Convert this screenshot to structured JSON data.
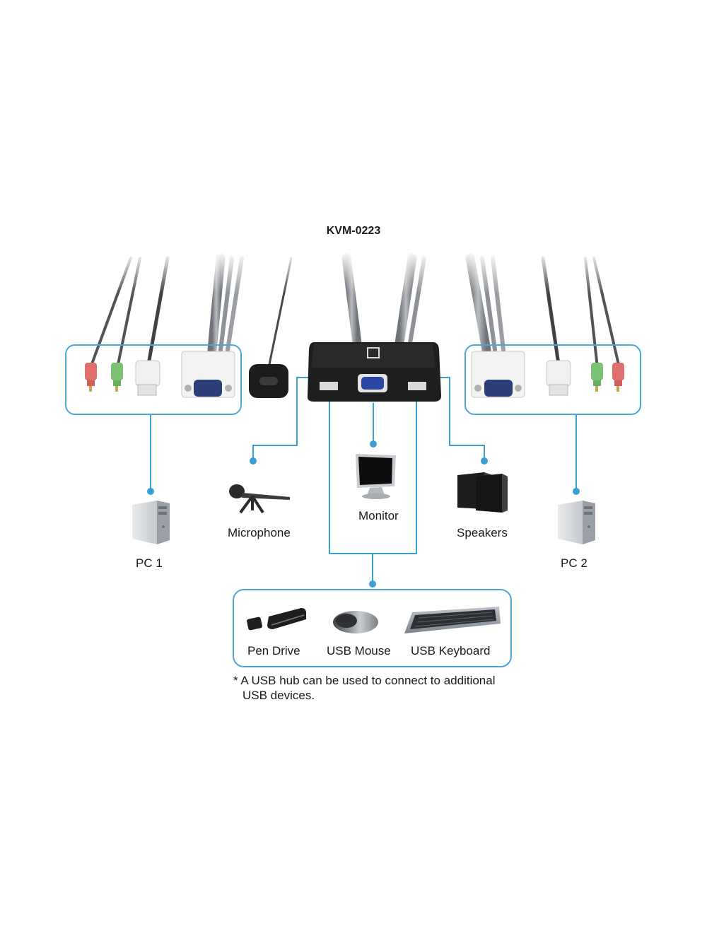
{
  "title": "KVM-0223",
  "labels": {
    "pc1": "PC 1",
    "pc2": "PC 2",
    "microphone": "Microphone",
    "monitor": "Monitor",
    "speakers": "Speakers",
    "pen_drive": "Pen Drive",
    "usb_mouse": "USB Mouse",
    "usb_keyboard": "USB Keyboard"
  },
  "note": {
    "line1": "* A USB hub can be used to connect to additional",
    "line2": "USB devices."
  },
  "colors": {
    "connector_line": "#3aa0d4",
    "box_border": "#4aa8d8",
    "cable_gray": "#8a8f95",
    "cable_dark": "#4a4d52",
    "plug_red": "#e0706e",
    "plug_green": "#7cc274",
    "switch_body": "#1e1e1e"
  },
  "icons": [
    "kvm-switch-icon",
    "remote-button-icon",
    "pc-tower-icon",
    "microphone-icon",
    "monitor-icon",
    "speakers-icon",
    "pen-drive-icon",
    "mouse-icon",
    "keyboard-icon",
    "vga-plug-icon",
    "usb-plug-icon",
    "audio-plug-icon"
  ]
}
